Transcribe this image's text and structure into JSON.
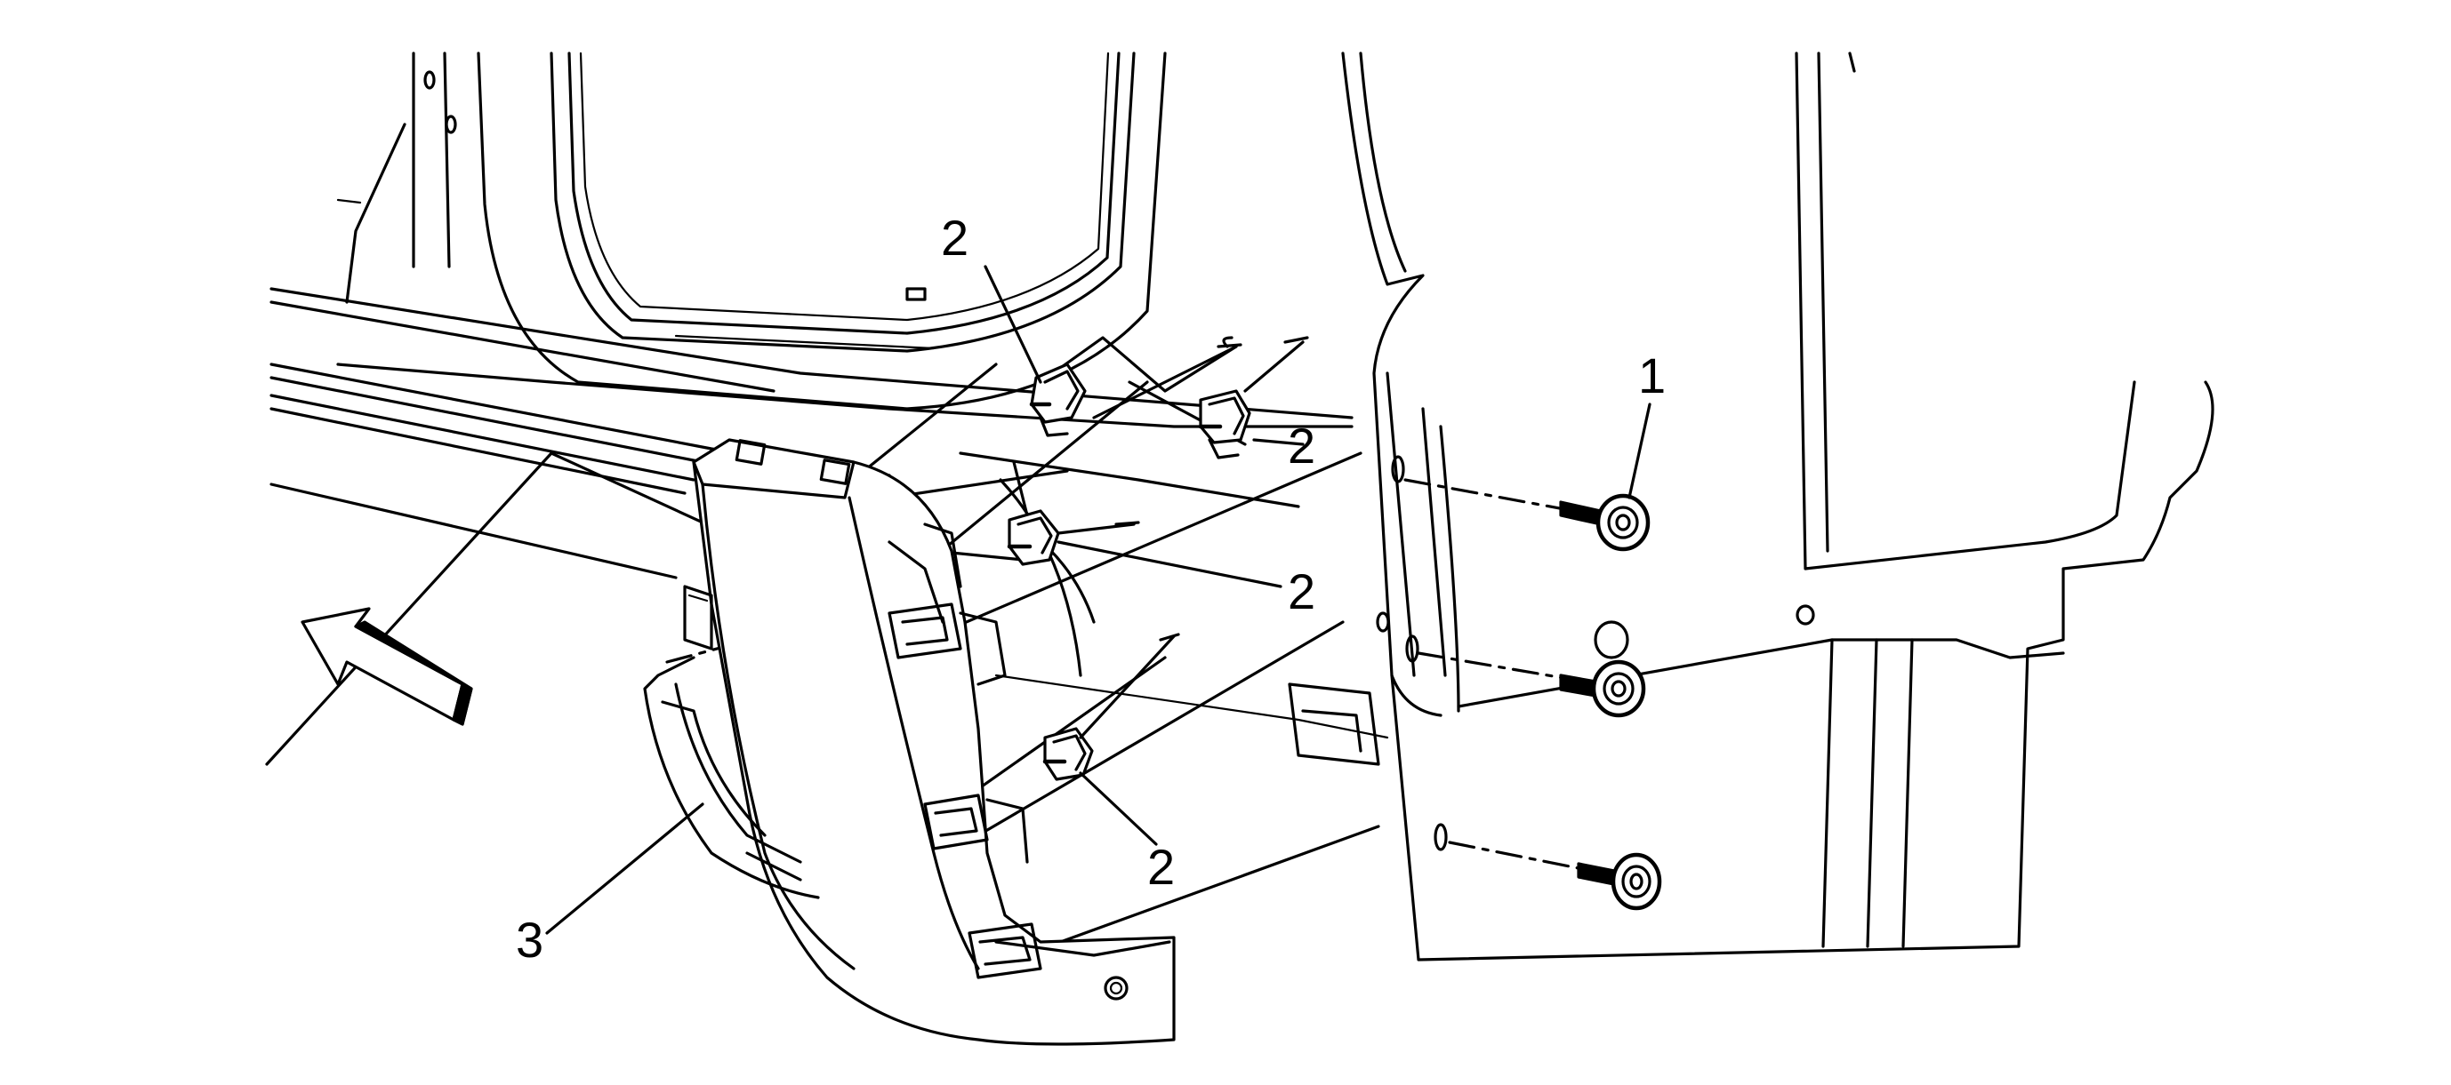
{
  "callouts": {
    "bolt": "1",
    "clip": "2",
    "panel": "3"
  },
  "colors": {
    "line": "#000000",
    "background": "#ffffff"
  },
  "icons": {
    "direction_arrow": "forward-arrow-icon"
  }
}
